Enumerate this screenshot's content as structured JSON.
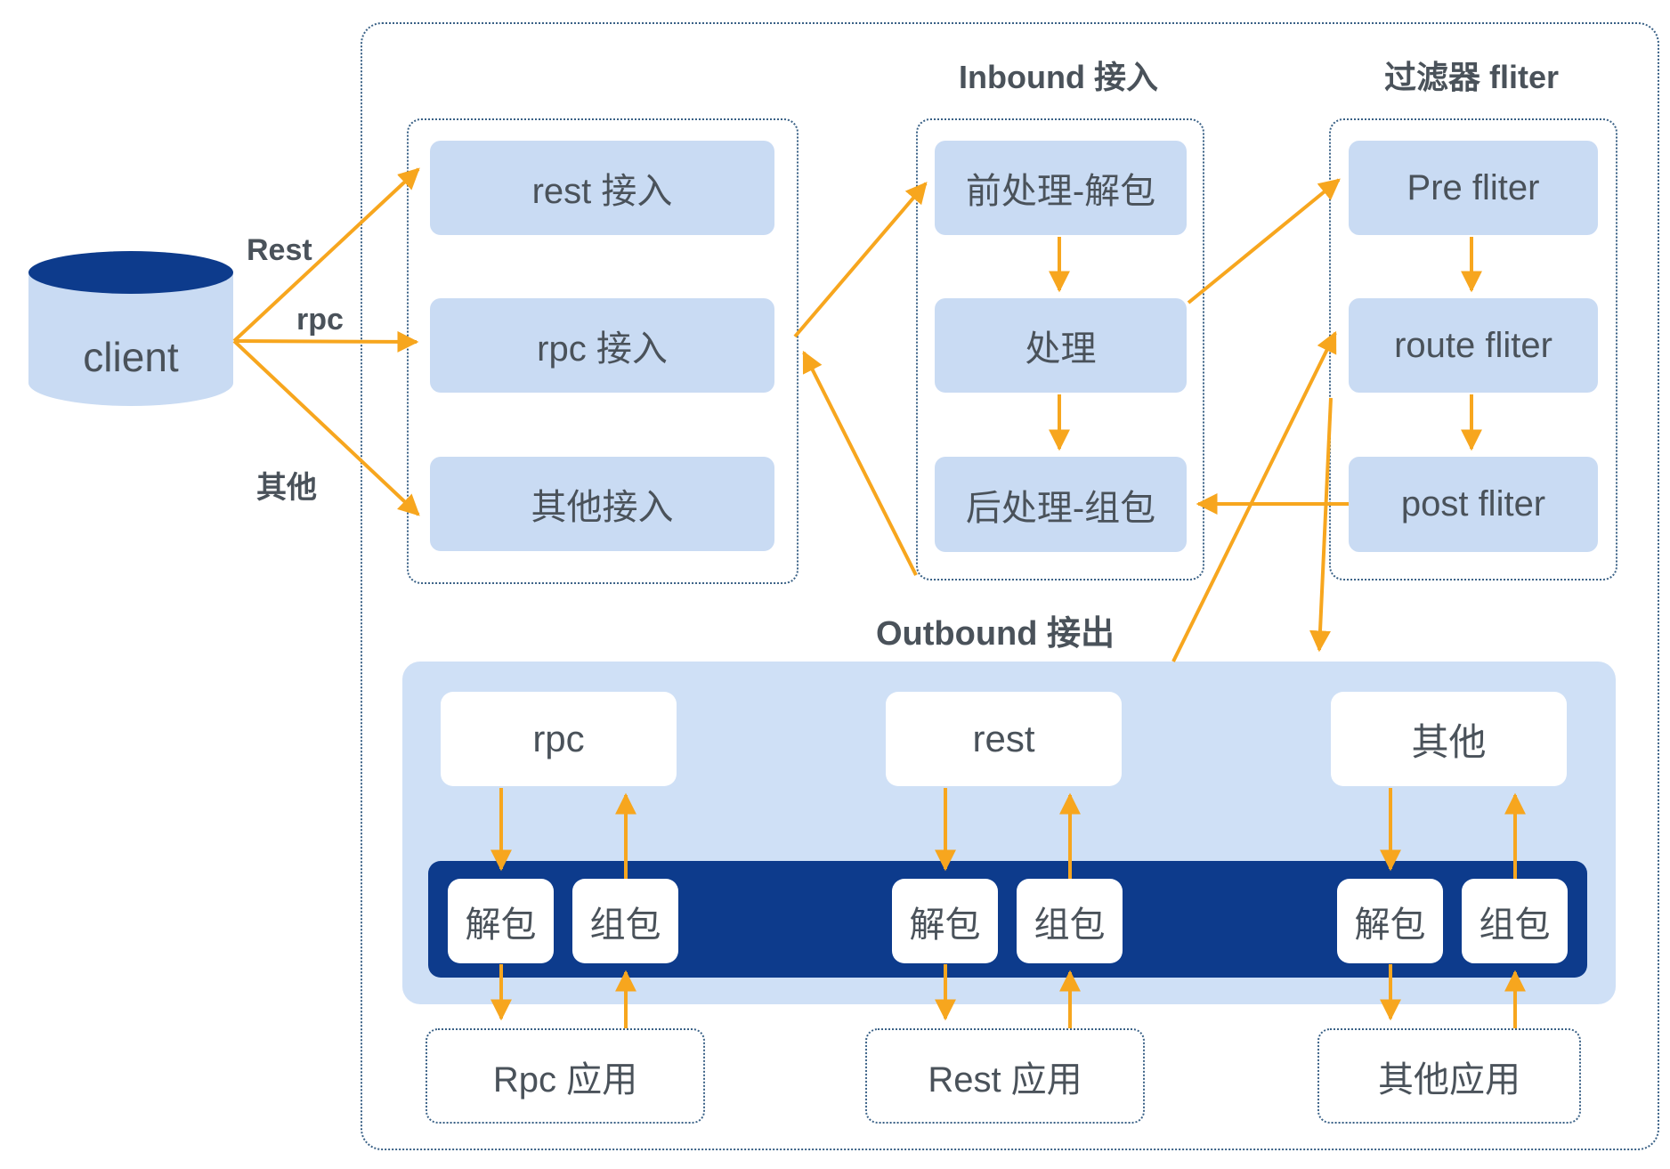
{
  "colors": {
    "orange": "#F7A61E",
    "navy": "#0D3B8C",
    "box_blue": "#C9DBF3",
    "container_blue": "#CFE0F6",
    "dashed_border": "#3A6186",
    "text": "#4A525A"
  },
  "client": {
    "label": "client"
  },
  "client_edge_labels": {
    "rest": "Rest",
    "rpc": "rpc",
    "other": "其他"
  },
  "access": {
    "boxes": {
      "rest": "rest 接入",
      "rpc": "rpc 接入",
      "other": "其他接入"
    }
  },
  "inbound": {
    "title": "Inbound 接入",
    "boxes": {
      "pre": "前处理-解包",
      "process": "处理",
      "post": "后处理-组包"
    }
  },
  "filter": {
    "title": "过滤器 fliter",
    "boxes": {
      "pre": "Pre fliter",
      "route": "route fliter",
      "post": "post fliter"
    }
  },
  "outbound": {
    "title": "Outbound 接出",
    "columns": [
      {
        "protocol": "rpc",
        "unpack": "解包",
        "pack": "组包",
        "app": "Rpc 应用"
      },
      {
        "protocol": "rest",
        "unpack": "解包",
        "pack": "组包",
        "app": "Rest 应用"
      },
      {
        "protocol": "其他",
        "unpack": "解包",
        "pack": "组包",
        "app": "其他应用"
      }
    ]
  },
  "edges": [
    {
      "from": "client",
      "to": "rest-access",
      "label": "Rest"
    },
    {
      "from": "client",
      "to": "rpc-access",
      "label": "rpc"
    },
    {
      "from": "client",
      "to": "other-access",
      "label": "其他"
    },
    {
      "from": "rpc-access",
      "to": "inbound-pre"
    },
    {
      "from": "inbound-pre",
      "to": "inbound-process"
    },
    {
      "from": "inbound-process",
      "to": "inbound-post"
    },
    {
      "from": "inbound-process",
      "to": "filter-pre"
    },
    {
      "from": "filter-pre",
      "to": "filter-route"
    },
    {
      "from": "filter-route",
      "to": "filter-post"
    },
    {
      "from": "filter-post",
      "to": "inbound-post"
    },
    {
      "from": "inbound",
      "to": "rpc-access"
    },
    {
      "from": "outbound",
      "to": "filter-route"
    },
    {
      "from": "filter-route",
      "to": "outbound"
    },
    {
      "from": "rpc",
      "to": "rpc-unpack"
    },
    {
      "from": "rpc-pack",
      "to": "rpc"
    },
    {
      "from": "rpc-unpack",
      "to": "rpc-app"
    },
    {
      "from": "rpc-app",
      "to": "rpc-pack"
    },
    {
      "from": "rest",
      "to": "rest-unpack"
    },
    {
      "from": "rest-pack",
      "to": "rest"
    },
    {
      "from": "rest-unpack",
      "to": "rest-app"
    },
    {
      "from": "rest-app",
      "to": "rest-pack"
    },
    {
      "from": "other",
      "to": "other-unpack"
    },
    {
      "from": "other-pack",
      "to": "other"
    },
    {
      "from": "other-unpack",
      "to": "other-app"
    },
    {
      "from": "other-app",
      "to": "other-pack"
    }
  ]
}
